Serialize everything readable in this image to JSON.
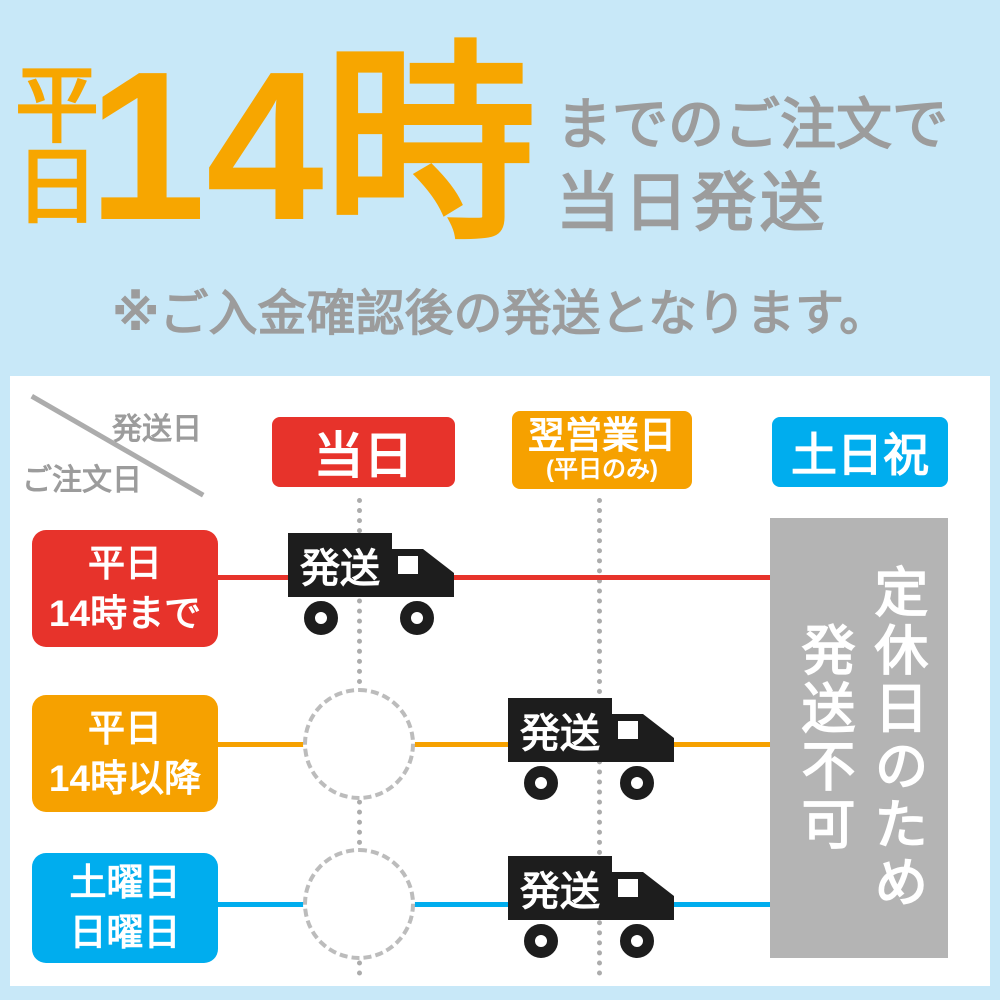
{
  "colors": {
    "background_blue": "#C8E8F8",
    "accent_orange": "#F7A600",
    "gray_text": "#9C9C9C",
    "red": "#E7332B",
    "orange": "#F6A100",
    "blue": "#00ADEE",
    "closed_gray": "#B4B4B4",
    "truck_black": "#1D1D1D"
  },
  "hero": {
    "weekday": "平日",
    "time": "14時",
    "order_text": "までのご注文で",
    "same_day": "当日発送",
    "note": "※ご入金確認後の発送となります。"
  },
  "schedule": {
    "corner": {
      "ship_date": "発送日",
      "order_date": "ご注文日"
    },
    "columns": [
      {
        "label": "当日"
      },
      {
        "label": "翌営業日",
        "sublabel": "(平日のみ)"
      },
      {
        "label": "土日祝"
      }
    ],
    "rows": [
      {
        "line1": "平日",
        "line2": "14時まで"
      },
      {
        "line1": "平日",
        "line2": "14時以降"
      },
      {
        "line1": "土曜日",
        "line2": "日曜日"
      }
    ],
    "ship_label": "発送",
    "closed": {
      "line1": "定休日のため",
      "line2": "発送不可"
    }
  }
}
